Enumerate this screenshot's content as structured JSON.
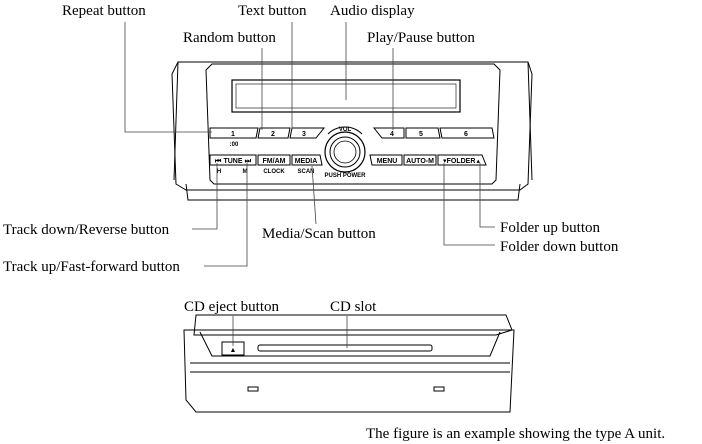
{
  "callouts": {
    "repeat": "Repeat button",
    "text": "Text button",
    "audio_display": "Audio display",
    "random": "Random button",
    "play_pause": "Play/Pause button",
    "track_down": "Track down/Reverse button",
    "media_scan": "Media/Scan button",
    "folder_up": "Folder up button",
    "folder_down": "Folder down button",
    "track_up": "Track up/Fast-forward button",
    "cd_eject": "CD eject button",
    "cd_slot": "CD slot"
  },
  "unit": {
    "presets": [
      "1",
      "2",
      "3",
      "4",
      "5",
      "6"
    ],
    "preset_sub": ":00",
    "vol_label": "VOL",
    "push_power": "PUSH POWER",
    "tune": "TUNE",
    "tune_h": "H",
    "tune_m": "M",
    "fmam": "FM/AM",
    "clock": "CLOCK",
    "media": "MEDIA",
    "scan": "SCAN",
    "menu": "MENU",
    "autom": "AUTO-M",
    "folder": "FOLDER"
  },
  "caption": "The figure is an example showing the type A unit."
}
